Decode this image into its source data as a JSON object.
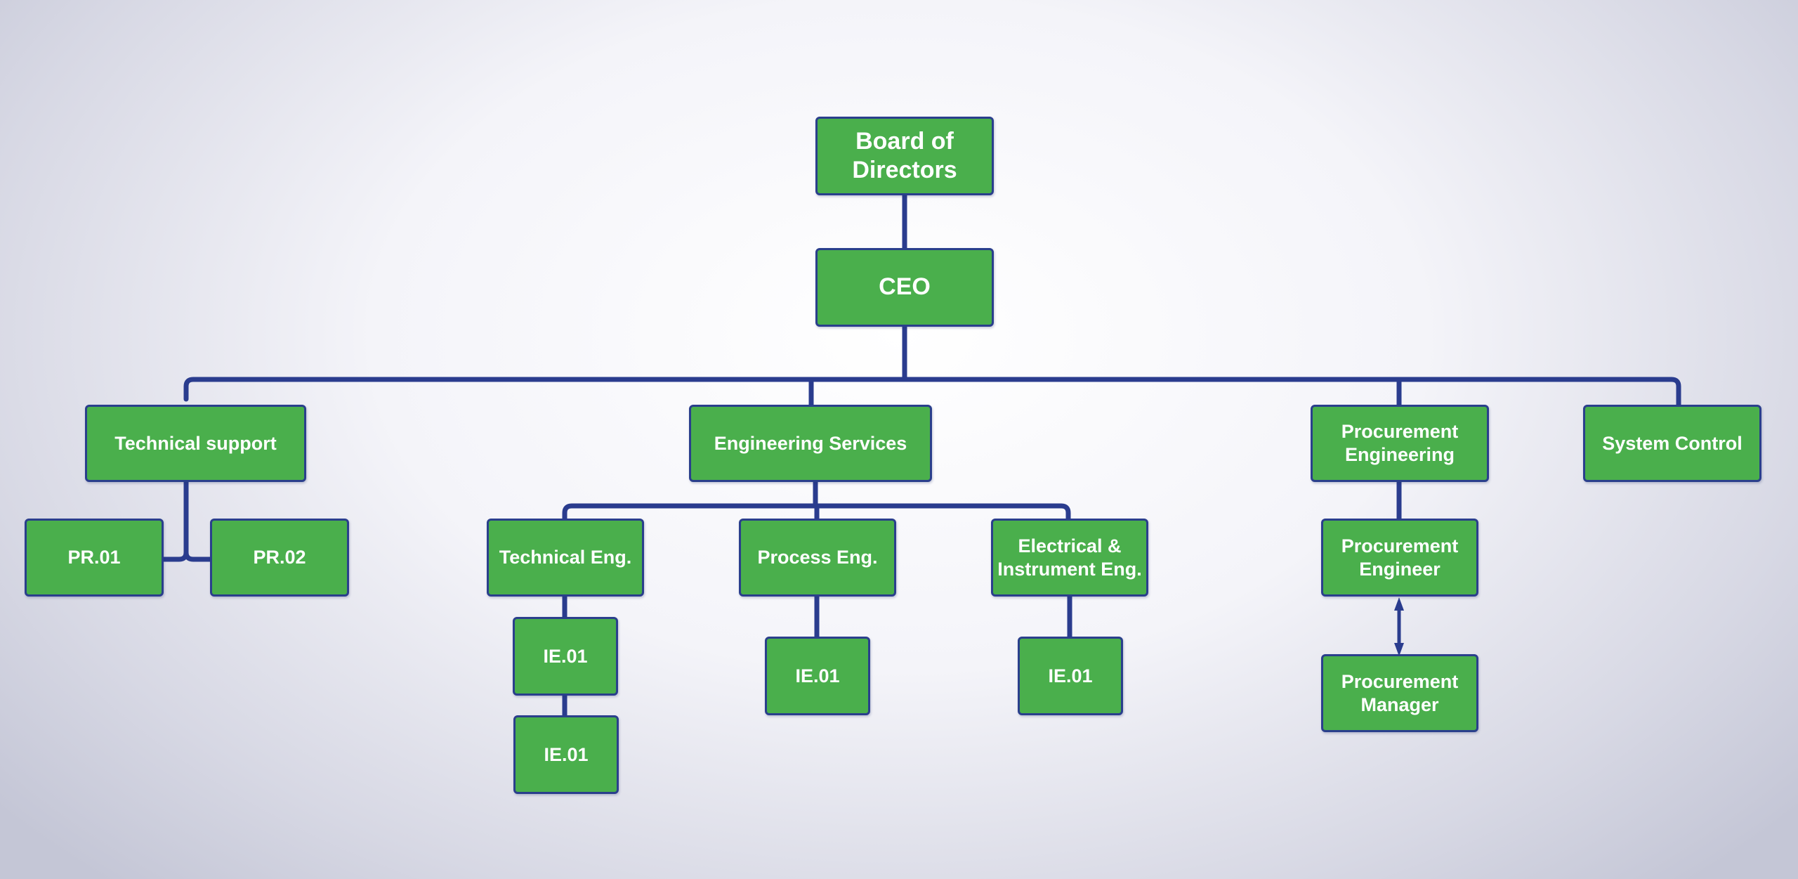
{
  "colors": {
    "node_fill": "#4aaf4c",
    "node_border": "#2a3f8c",
    "connector": "#2a3c8e",
    "node_text": "#ffffff"
  },
  "nodes": {
    "board": "Board of\nDirectors",
    "ceo": "CEO",
    "technical_support": "Technical support",
    "engineering_services": "Engineering Services",
    "procurement_engineering": "Procurement\nEngineering",
    "system_control": "System Control",
    "pr01": "PR.01",
    "pr02": "PR.02",
    "technical_eng": "Technical Eng.",
    "process_eng": "Process Eng.",
    "electrical_instrument_eng": "Electrical &\nInstrument Eng.",
    "technical_ie01_a": "IE.01",
    "technical_ie01_b": "IE.01",
    "process_ie01": "IE.01",
    "electrical_ie01": "IE.01",
    "procurement_engineer": "Procurement\nEngineer",
    "procurement_manager": "Procurement\nManager"
  }
}
